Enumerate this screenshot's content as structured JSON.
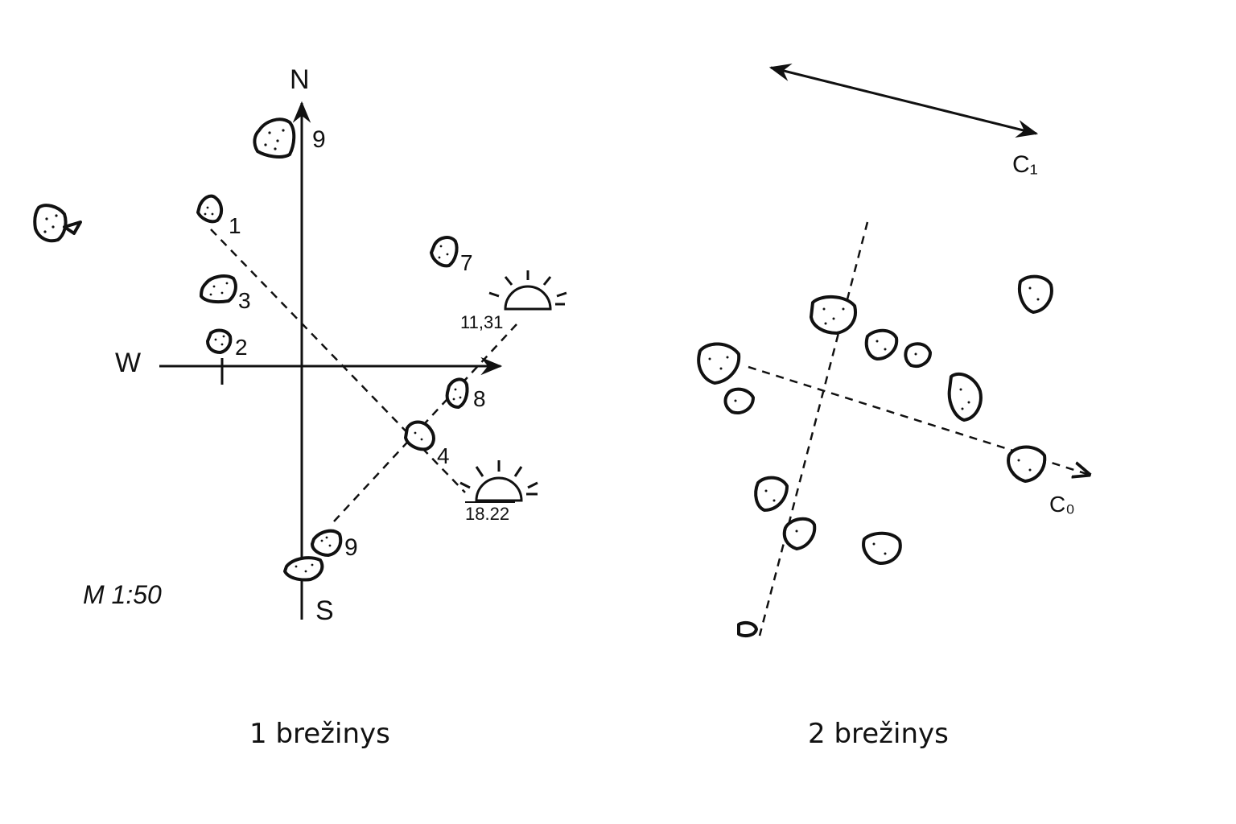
{
  "figure1": {
    "caption": "1 brežinys",
    "compass": {
      "north": "N",
      "south": "S",
      "west": "W"
    },
    "stone_numbers": [
      "9",
      "1",
      "3",
      "2",
      "7",
      "8",
      "4",
      "9"
    ],
    "sunrise_time": "11,31",
    "sunset_time": "18.22",
    "scale": "M 1:50"
  },
  "figure2": {
    "caption": "2 brežinys",
    "arrow_label_top": "C₁",
    "arrow_label_bottom": "C₀"
  }
}
